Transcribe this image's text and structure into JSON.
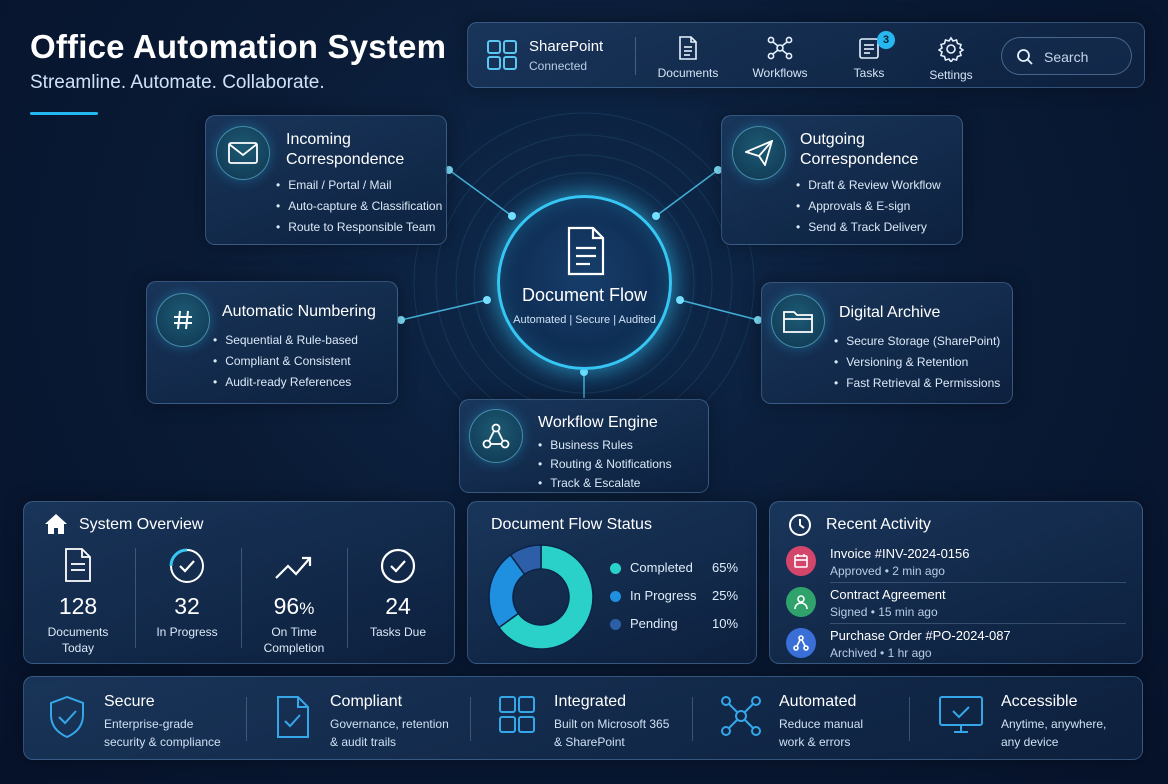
{
  "header": {
    "title": "Office Automation System",
    "subtitle": "Streamline. Automate. Collaborate."
  },
  "nav": {
    "sharepoint_name": "SharePoint",
    "sharepoint_status": "Connected",
    "items": [
      {
        "label": "Documents",
        "icon": "document-icon"
      },
      {
        "label": "Workflows",
        "icon": "network-icon"
      },
      {
        "label": "Tasks",
        "icon": "tasks-icon",
        "badge": "3"
      },
      {
        "label": "Settings",
        "icon": "gear-icon"
      }
    ],
    "search_placeholder": "Search"
  },
  "hub": {
    "title": "Document Flow",
    "subtitle": "Automated | Secure | Audited"
  },
  "modules": {
    "incoming": {
      "title_line1": "Incoming",
      "title_line2": "Correspondence",
      "items": [
        "Email / Portal / Mail",
        "Auto-capture & Classification",
        "Route to Responsible Team"
      ]
    },
    "outgoing": {
      "title_line1": "Outgoing",
      "title_line2": "Correspondence",
      "items": [
        "Draft & Review Workflow",
        "Approvals & E-sign",
        "Send & Track Delivery"
      ]
    },
    "numbering": {
      "title": "Automatic Numbering",
      "items": [
        "Sequential & Rule-based",
        "Compliant & Consistent",
        "Audit-ready References"
      ]
    },
    "archive": {
      "title": "Digital Archive",
      "items": [
        "Secure Storage (SharePoint)",
        "Versioning & Retention",
        "Fast Retrieval & Permissions"
      ]
    },
    "workflow": {
      "title": "Workflow Engine",
      "items": [
        "Business Rules",
        "Routing & Notifications",
        "Track & Escalate"
      ]
    }
  },
  "overview": {
    "title": "System Overview",
    "stats": [
      {
        "value": "128",
        "label_line1": "Documents",
        "label_line2": "Today"
      },
      {
        "value": "32",
        "label_line1": "In Progress",
        "label_line2": ""
      },
      {
        "value": "96",
        "unit": "%",
        "label_line1": "On Time",
        "label_line2": "Completion"
      },
      {
        "value": "24",
        "label_line1": "Tasks Due",
        "label_line2": ""
      }
    ]
  },
  "flow_status": {
    "title": "Document Flow Status",
    "legend": [
      {
        "name": "Completed",
        "value": "65%"
      },
      {
        "name": "In Progress",
        "value": "25%"
      },
      {
        "name": "Pending",
        "value": "10%"
      }
    ]
  },
  "chart_data": {
    "type": "pie",
    "title": "Document Flow Status",
    "categories": [
      "Completed",
      "In Progress",
      "Pending"
    ],
    "values": [
      65,
      25,
      10
    ],
    "colors": [
      "#2ad1c8",
      "#1f8fe0",
      "#2d5fa8"
    ]
  },
  "activity": {
    "title": "Recent Activity",
    "items": [
      {
        "title": "Invoice #INV-2024-0156",
        "status": "Approved",
        "time": "2 min ago",
        "color": "#d4456b"
      },
      {
        "title": "Contract Agreement",
        "status": "Signed",
        "time": "15 min ago",
        "color": "#2fa36b"
      },
      {
        "title": "Purchase Order #PO-2024-087",
        "status": "Archived",
        "time": "1 hr ago",
        "color": "#3a6fd8"
      }
    ]
  },
  "features": [
    {
      "title": "Secure",
      "desc_line1": "Enterprise-grade",
      "desc_line2": "security & compliance",
      "icon": "shield-icon"
    },
    {
      "title": "Compliant",
      "desc_line1": "Governance, retention",
      "desc_line2": "& audit trails",
      "icon": "document-check-icon"
    },
    {
      "title": "Integrated",
      "desc_line1": "Built on Microsoft 365",
      "desc_line2": "& SharePoint",
      "icon": "grid-icon"
    },
    {
      "title": "Automated",
      "desc_line1": "Reduce manual",
      "desc_line2": "work & errors",
      "icon": "network-icon"
    },
    {
      "title": "Accessible",
      "desc_line1": "Anytime, anywhere,",
      "desc_line2": "any device",
      "icon": "monitor-icon"
    }
  ],
  "colors": {
    "accent": "#35c6f4",
    "panel_border": "#5a8cc0",
    "background": "#0a1b36"
  }
}
